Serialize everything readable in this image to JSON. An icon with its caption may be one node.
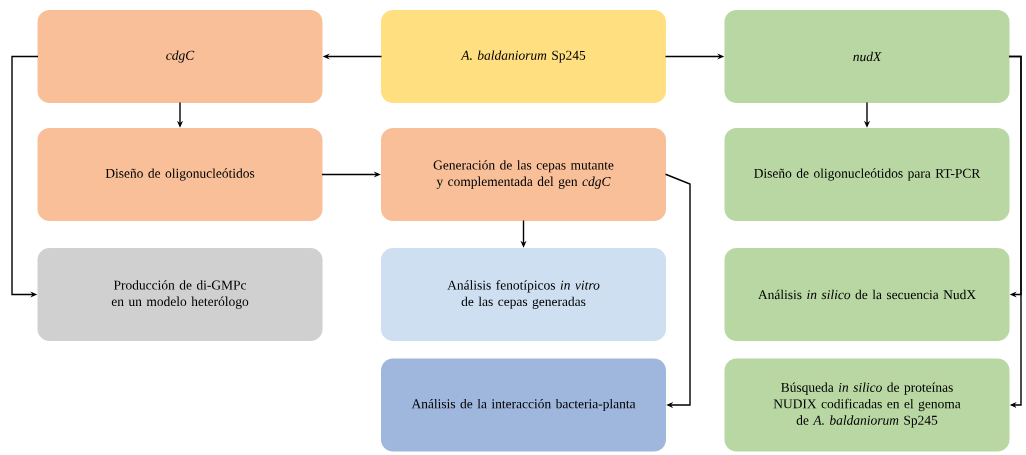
{
  "diagram": {
    "nodes": [
      {
        "text": [
          "cdgC"
        ]
      },
      {
        "text": [
          "*A. baldaniorum* Sp245"
        ]
      },
      {
        "text": [
          "nudX"
        ]
      },
      {
        "text": [
          "Diseño de oligonucleótidos"
        ]
      },
      {
        "text": [
          "Generación de las cepas mutante y complementada del gen *cdgC*"
        ]
      },
      {
        "text": [
          "Diseño de oligonucleótidos para RT-PCR"
        ]
      },
      {
        "text": [
          "Producción de di-GMPc en un modelo heterólogo"
        ]
      },
      {
        "text": [
          "Análisis fenotípicos *in vitro* de las cepas generadas"
        ]
      },
      {
        "text": [
          "Análisis *in silico* de la secuencia NudX"
        ]
      },
      {
        "text": [
          "Análisis de la interacción bacteria-planta"
        ]
      },
      {
        "text": [
          "Búsqueda *in silico* de proteínas NUDIX codificadas en el genoma de *A. baldaniorum* Sp245"
        ]
      }
    ],
    "edges": [
      {
        "from": 1,
        "to": 0,
        "arrow": "to"
      },
      {
        "from": 1,
        "to": 2,
        "arrow": "to"
      },
      {
        "from": 0,
        "to": 3,
        "arrow": "to"
      },
      {
        "from": 3,
        "to": 4,
        "arrow": "to"
      },
      {
        "from": 0,
        "to": 6,
        "arrow": "to"
      },
      {
        "from": 4,
        "to": 7,
        "arrow": "to"
      },
      {
        "from": 4,
        "to": 9,
        "arrow": "to"
      },
      {
        "from": 2,
        "to": 5,
        "arrow": "to"
      },
      {
        "from": 2,
        "to": 8,
        "arrow": "to"
      },
      {
        "from": 2,
        "to": 10,
        "arrow": "to"
      }
    ]
  }
}
